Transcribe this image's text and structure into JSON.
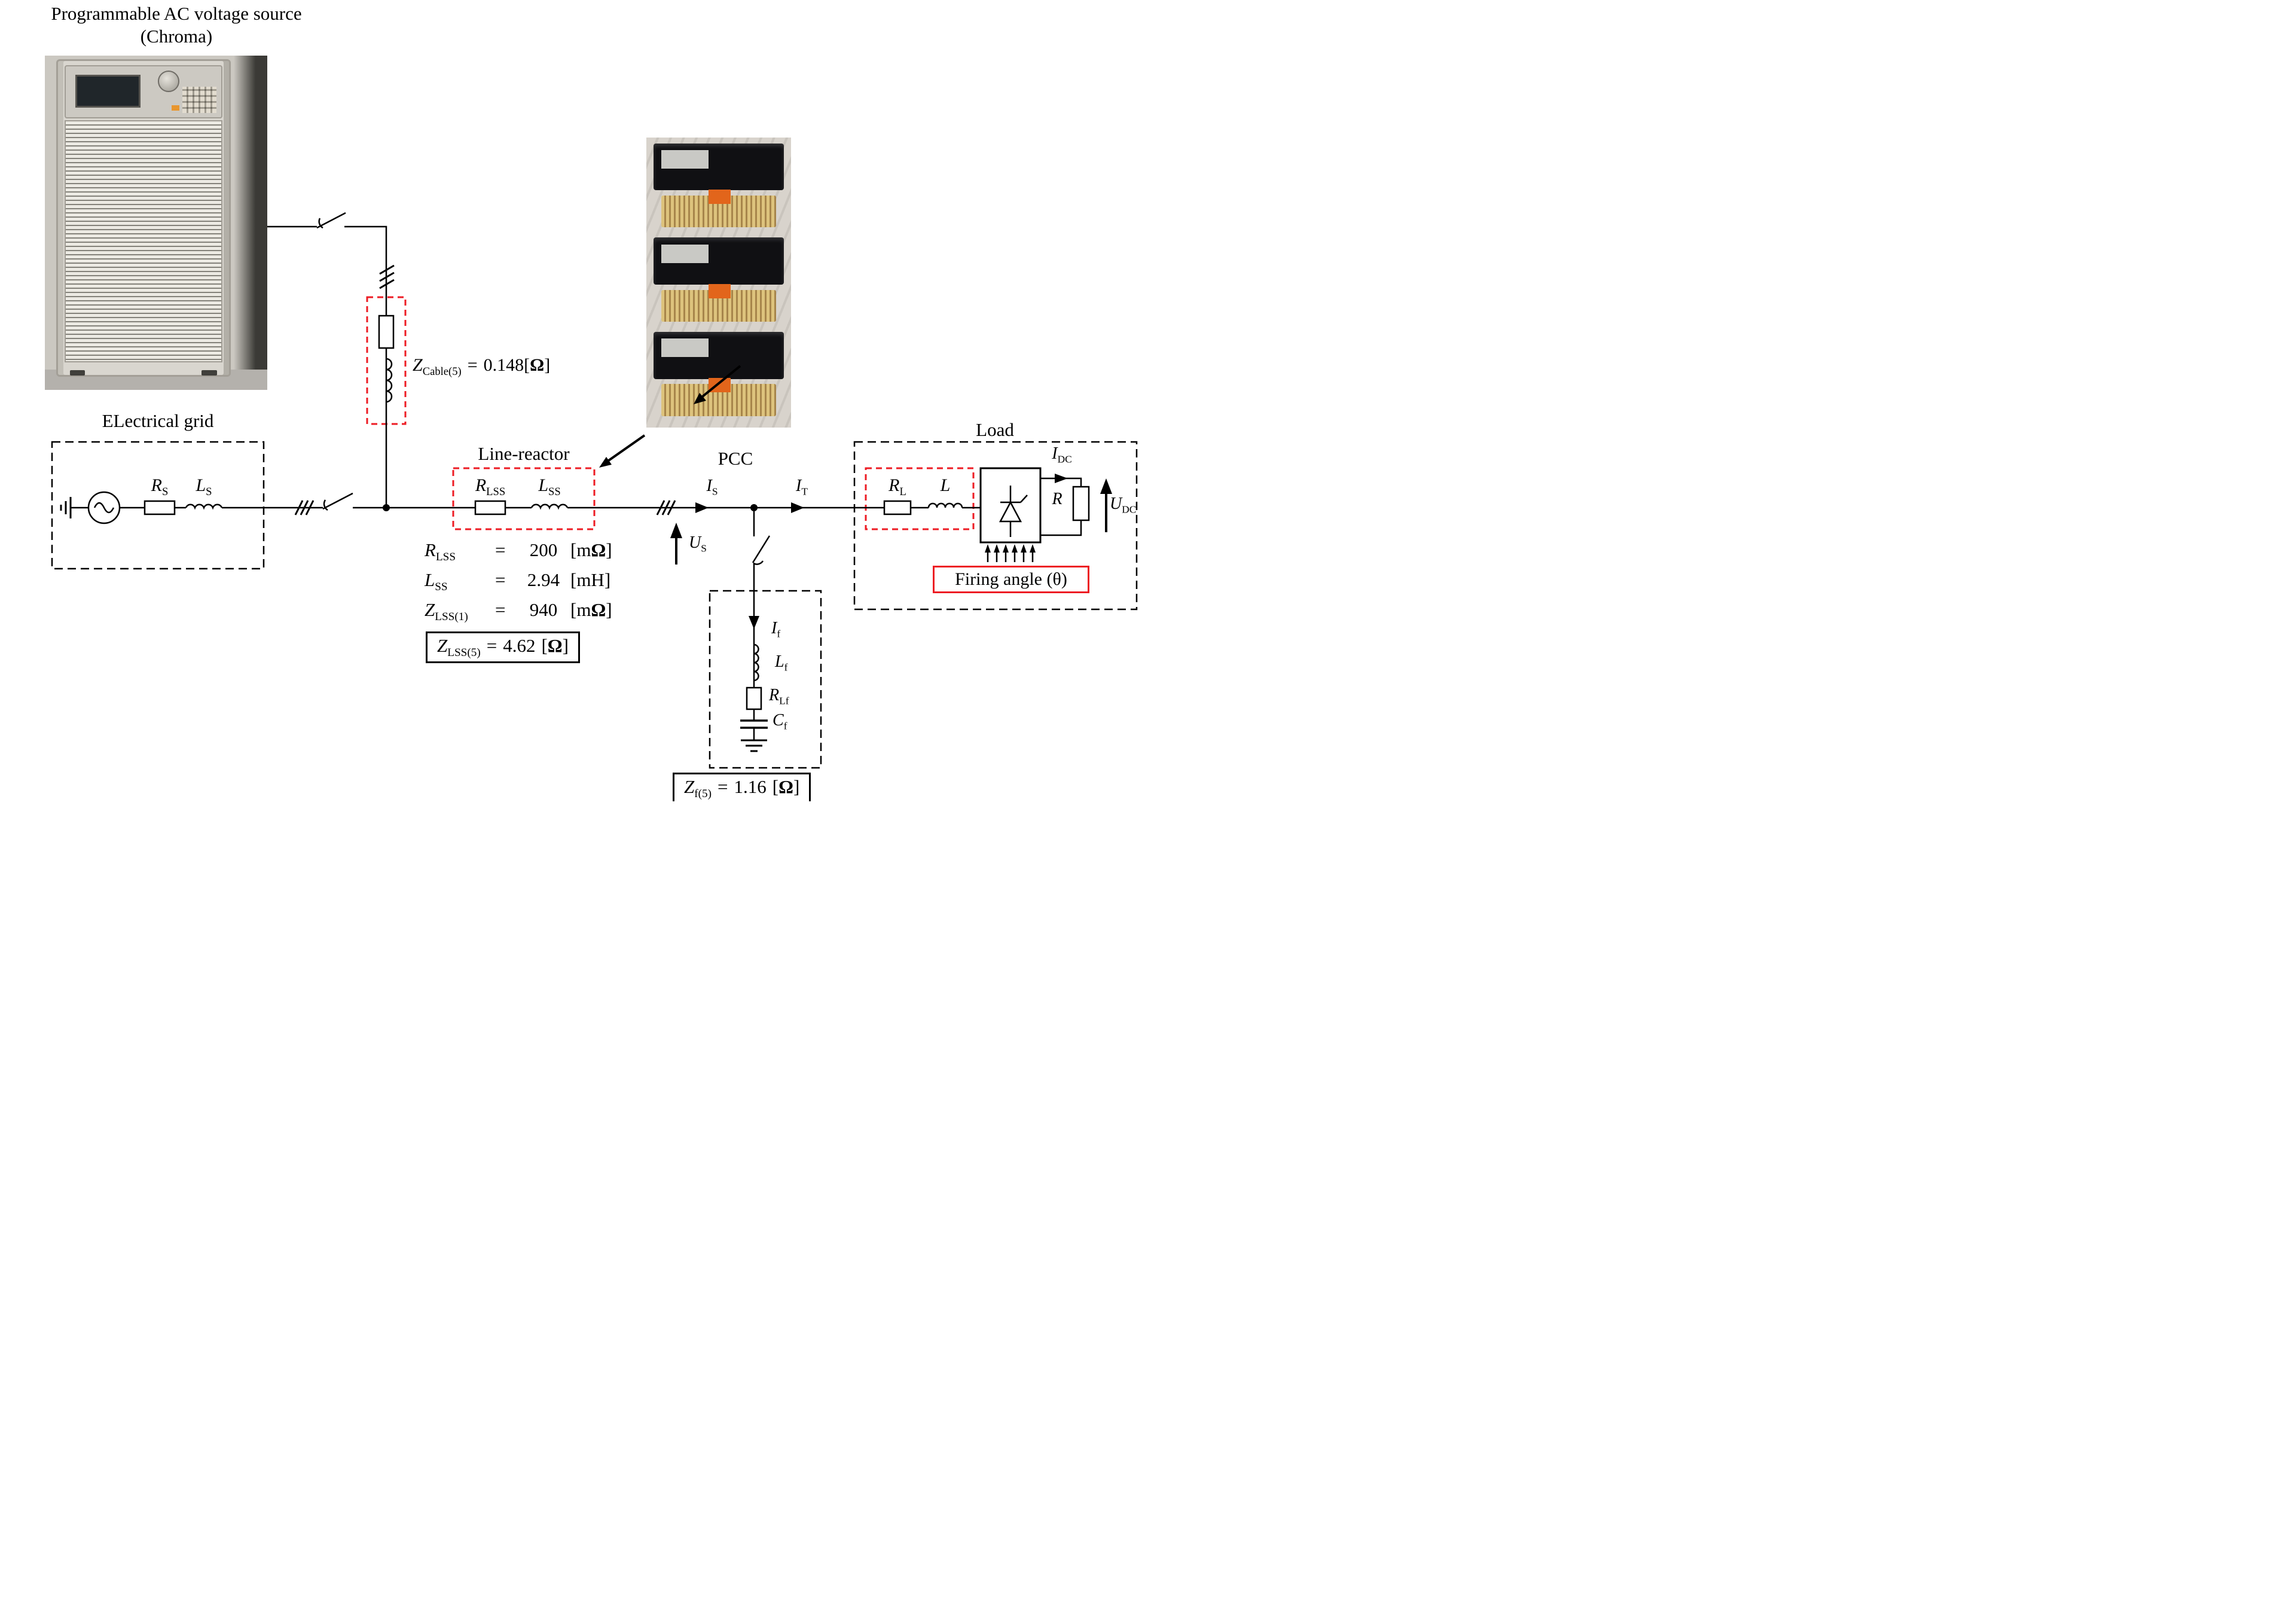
{
  "source": {
    "title1": "Programmable AC voltage source",
    "title2": "(Chroma)"
  },
  "grid": {
    "title": "ELectrical grid",
    "rs": {
      "b": "R",
      "s": "S"
    },
    "ls": {
      "b": "L",
      "s": "S"
    }
  },
  "cable": {
    "z": {
      "b": "Z",
      "s": "Cable(5)"
    },
    "eq": "=",
    "value": "0.148",
    "unit": {
      "pre": "[",
      "bold": "Ω",
      "post": "]"
    }
  },
  "line_reactor": {
    "title": "Line-reactor",
    "r": {
      "b": "R",
      "s": "LSS"
    },
    "l": {
      "b": "L",
      "s": "SS"
    },
    "params": [
      {
        "name": {
          "b": "R",
          "s": "LSS"
        },
        "eq": "=",
        "value": "200",
        "unit": {
          "pre": "[m",
          "bold": "Ω",
          "post": "]"
        }
      },
      {
        "name": {
          "b": "L",
          "s": "SS"
        },
        "eq": "=",
        "value": "2.94",
        "unit": {
          "pre": "[mH]",
          "bold": "",
          "post": ""
        }
      },
      {
        "name": {
          "b": "Z",
          "s": "LSS(1)"
        },
        "eq": "=",
        "value": "940",
        "unit": {
          "pre": "[m",
          "bold": "Ω",
          "post": "]"
        }
      }
    ],
    "boxed": {
      "name": {
        "b": "Z",
        "s": "LSS(5)"
      },
      "eq": "=",
      "value": "4.62",
      "unit": {
        "pre": "[",
        "bold": "Ω",
        "post": "]"
      }
    }
  },
  "pcc": {
    "title": "PCC",
    "is": {
      "b": "I",
      "s": "S"
    },
    "it": {
      "b": "I",
      "s": "T"
    },
    "us": {
      "b": "U",
      "s": "S"
    }
  },
  "filter": {
    "if": {
      "b": "I",
      "s": "f"
    },
    "lf": {
      "b": "L",
      "s": "f"
    },
    "rlf": {
      "b": "R",
      "s": "Lf"
    },
    "cf": {
      "b": "C",
      "s": "f"
    },
    "z": {
      "name": {
        "b": "Z",
        "s": "f(5)"
      },
      "eq": "=",
      "value": "1.16",
      "unit": {
        "pre": "[",
        "bold": "Ω",
        "post": "]"
      }
    }
  },
  "load": {
    "title": "Load",
    "rl": {
      "b": "R",
      "s": "L"
    },
    "l": {
      "b": "L"
    },
    "idc": {
      "b": "I",
      "s": "DC"
    },
    "r": {
      "b": "R"
    },
    "udc": {
      "b": "U",
      "s": "DC"
    },
    "firing": "Firing angle (θ)"
  },
  "colors": {
    "red": "#ed1c24",
    "black": "#000000"
  }
}
